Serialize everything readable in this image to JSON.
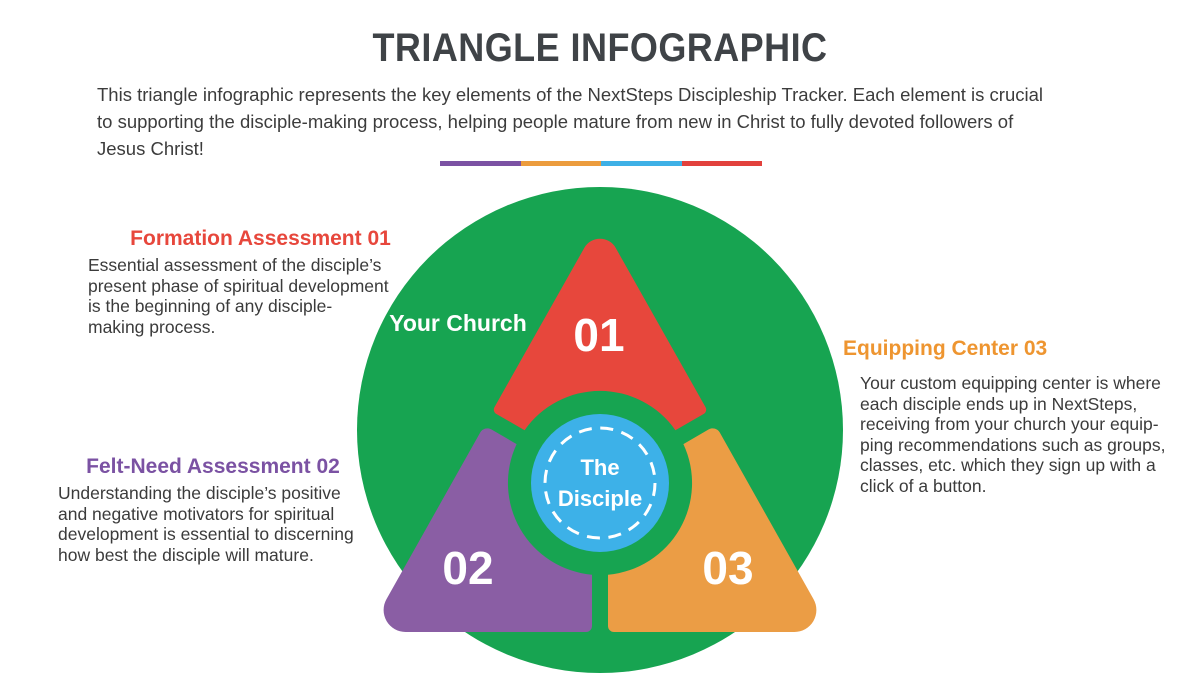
{
  "title": "TRIANGLE INFOGRAPHIC",
  "intro": {
    "lines": [
      "This triangle infographic represents the key elements of the NextSteps Discipleship Tracker. Each element is crucial",
      "to supporting the disciple-making process, helping people mature from new in Christ to fully devoted followers of",
      "Jesus Christ!"
    ]
  },
  "divider": {
    "colors": [
      "#7B52A3",
      "#EC9C3D",
      "#3EB0E6",
      "#E2413C"
    ]
  },
  "diagram": {
    "circle_color": "#17A451",
    "center_color": "#3DB1E8",
    "your_church_label": "Your Church",
    "center_label": {
      "line1": "The",
      "line2": "Disciple"
    },
    "segments": [
      {
        "number": "01",
        "color": "#E7473C"
      },
      {
        "number": "02",
        "color": "#8A5EA4"
      },
      {
        "number": "03",
        "color": "#EB9D45"
      }
    ]
  },
  "sections": [
    {
      "heading": "Formation Assessment 01",
      "heading_color": "#E7473C",
      "body_lines": [
        "Essential assessment of the disciple’s",
        "present phase of spiritual development",
        "is the beginning of any disciple-",
        "making process."
      ]
    },
    {
      "heading": "Felt-Need Assessment 02",
      "heading_color": "#7B52A3",
      "body_lines": [
        "Understanding the disciple’s positive",
        "and negative motivators for spiritual",
        "development is essential to discerning",
        "how best the disciple will mature."
      ]
    },
    {
      "heading": "Equipping Center 03",
      "heading_color": "#EE9530",
      "body_lines": [
        "Your custom equipping center is where",
        "each disciple ends up in NextSteps,",
        "receiving from your church your equip-",
        "ping recommendations such as groups,",
        "classes, etc. which they sign up with a",
        "click of a button."
      ]
    }
  ]
}
